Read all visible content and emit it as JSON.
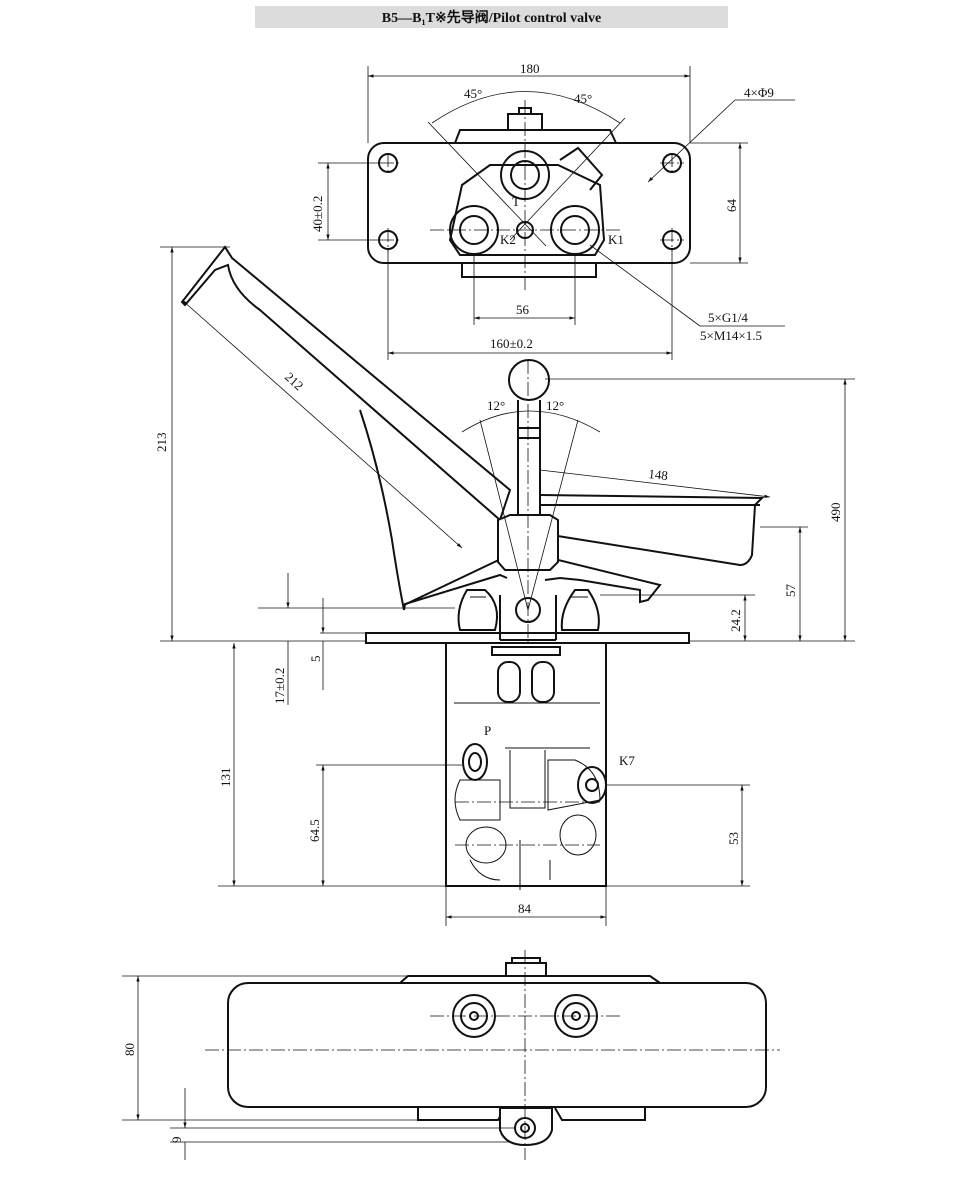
{
  "title": "B5—B₁T※先导阀/Pilot control  valve",
  "top_view": {
    "dim_width": "180",
    "angle_left": "45°",
    "angle_right": "45°",
    "holes": "4×Φ9",
    "height_left": "40±0.2",
    "height_right": "64",
    "port_t": "T",
    "port_k1": "K1",
    "port_k2": "K2",
    "dim_56": "56",
    "dim_160": "160±0.2",
    "thread_1": "5×G1/4",
    "thread_2": "5×M14×1.5"
  },
  "front_view": {
    "dim_213": "213",
    "dim_212": "212",
    "angle_left": "12°",
    "angle_right": "12°",
    "dim_148": "148",
    "dim_490": "490",
    "dim_57": "57",
    "dim_24": "24.2",
    "dim_5": "5",
    "dim_17": "17±0.2",
    "dim_131": "131",
    "dim_64": "64.5",
    "dim_53": "53",
    "dim_84": "84",
    "port_p": "P",
    "port_k7": "K7"
  },
  "bottom_view": {
    "dim_80": "80",
    "dim_9": "9"
  }
}
